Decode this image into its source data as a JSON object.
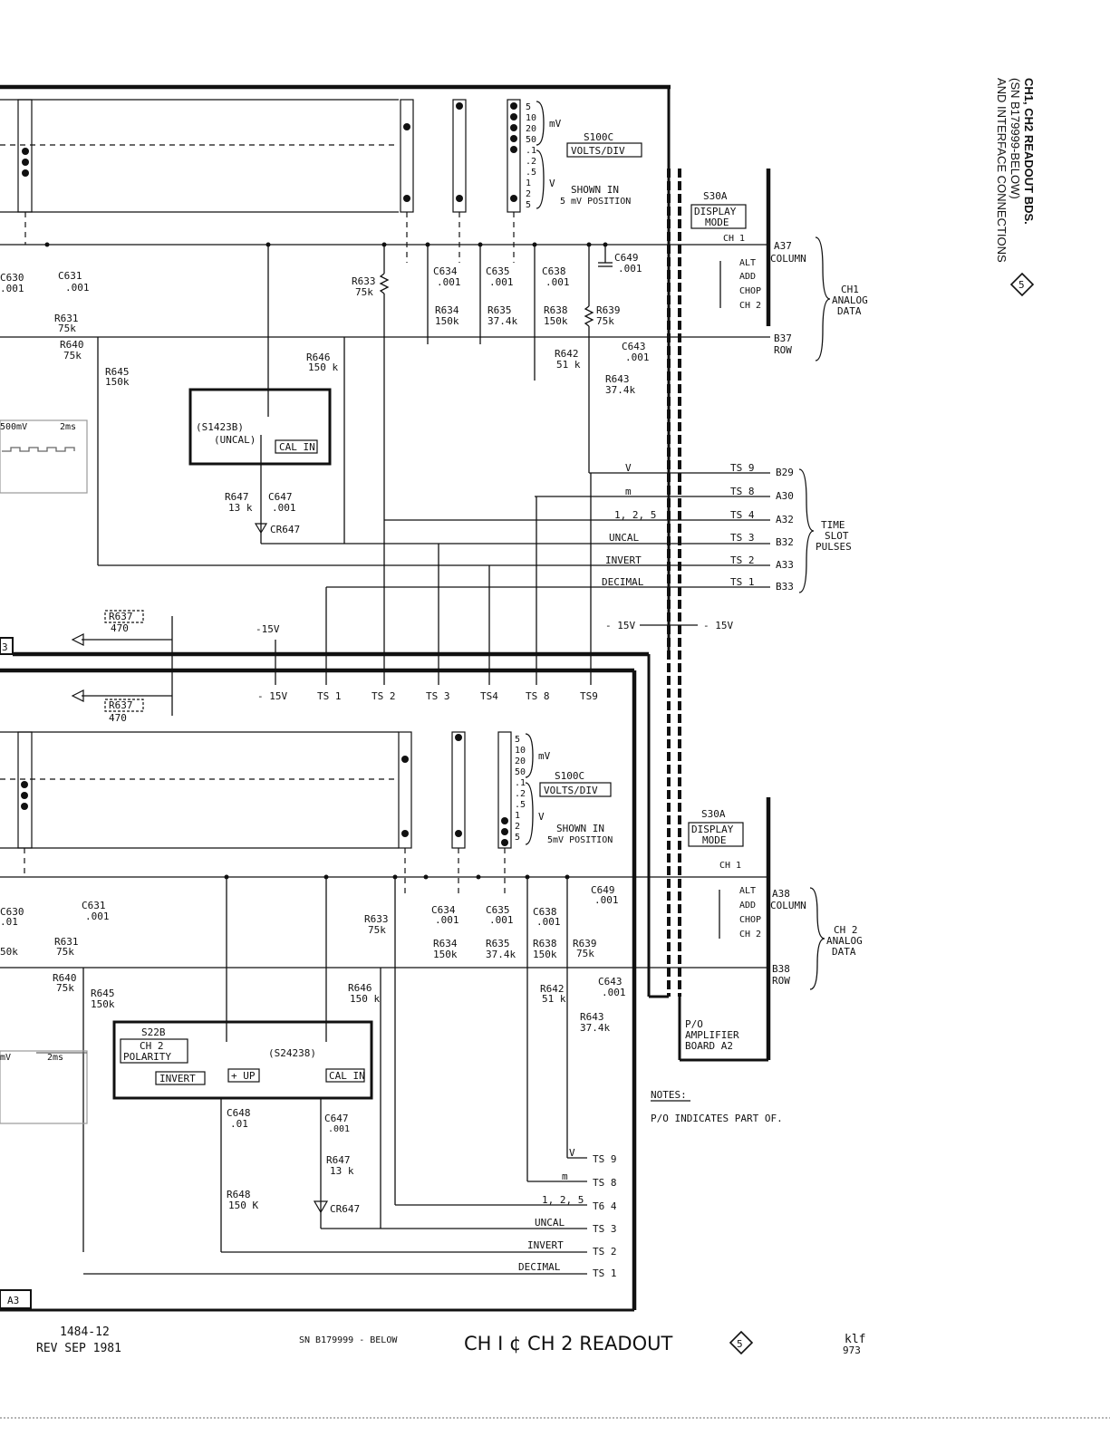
{
  "title_block": {
    "side_line1": "CH1, CH2 READOUT BDS.",
    "side_line2": "(SN B179999-BELOW)",
    "side_line3": "AND INTERFACE CONNECTIONS",
    "side_rev": "5",
    "drawing_number": "1484-12",
    "revision": "REV SEP 1981",
    "serial_range": "SN B179999 - BELOW",
    "board_title": "CH I ¢ CH 2  READOUT",
    "board_rev": "5",
    "initials": "klf",
    "code": "973"
  },
  "ch1": {
    "switch_name": "S100C",
    "switch_label": "VOLTS/DIV",
    "mv_label": "mV",
    "v_label": "V",
    "shown_in_line1": "SHOWN IN",
    "shown_in_line2": "5 mV POSITION",
    "positions": [
      "5",
      "10",
      "20",
      "50",
      ".1",
      ".2",
      ".5",
      "1",
      "2",
      "5"
    ],
    "display_switch": "S30A",
    "display_mode_line1": "DISPLAY",
    "display_mode_line2": "MODE",
    "modes": [
      "CH 1",
      "ALT",
      "ADD",
      "CHOP",
      "CH 2"
    ],
    "c649": "C649",
    "c649v": ".001",
    "c630": "C630",
    "c630v": ".001",
    "c631": "C631",
    "c631v": ".001",
    "c634": "C634",
    "c634v": ".001",
    "c635": "C635",
    "c635v": ".001",
    "c638": "C638",
    "c638v": ".001",
    "c643": "C643",
    "c643v": ".001",
    "c647": "C647",
    "c647v": ".001",
    "r633": "R633",
    "r633v": "75k",
    "r634": "R634",
    "r634v": "150k",
    "r635": "R635",
    "r635v": "37.4k",
    "r638": "R638",
    "r638v": "150k",
    "r639": "R639",
    "r639v": "75k",
    "r631": "R631",
    "r631v": "75k",
    "r640": "R640",
    "r640v": "75k",
    "r645": "R645",
    "r645v": "150k",
    "r646": "R646",
    "r646v": "150 k",
    "r642": "R642",
    "r642v": "51 k",
    "r643": "R643",
    "r643v": "37.4k",
    "r647": "R647",
    "r647v": "13 k",
    "cr647": "CR647",
    "cal_switch": "(S1423B)",
    "uncal": "(UNCAL)",
    "cal_in": "CAL IN",
    "scope_v": "500mV",
    "scope_t": "2ms",
    "data_label1": "CH1",
    "data_label2": "ANALOG",
    "data_label3": "DATA",
    "column_pin": "A37",
    "column": "COLUMN",
    "row_pin": "B37",
    "row": "ROW"
  },
  "time_slots": {
    "labels": [
      "V",
      "m",
      "1, 2, 5",
      "UNCAL",
      "INVERT",
      "DECIMAL"
    ],
    "ts": [
      "TS 9",
      "TS 8",
      "TS 4",
      "TS 3",
      "TS 2",
      "TS 1"
    ],
    "pins": [
      "B29",
      "A30",
      "A32",
      "B32",
      "A33",
      "B33"
    ],
    "group_line1": "TIME",
    "group_line2": "SLOT",
    "group_line3": "PULSES"
  },
  "interface": {
    "r637": "R637",
    "r637v": "470",
    "neg15_left": "-15V",
    "neg15_right_a": "- 15V",
    "neg15_right_b": "- 15V",
    "bus_labels": [
      "- 15V",
      "TS 1",
      "TS 2",
      "TS 3",
      "TS4",
      "TS 8",
      "TS9"
    ],
    "board_a3_top": "3",
    "board_a3_bottom": "A3"
  },
  "ch2": {
    "switch_name": "S100C",
    "switch_label": "VOLTS/DIV",
    "mv_label": "mV",
    "v_label": "V",
    "shown_in_line1": "SHOWN IN",
    "shown_in_line2": "5mV POSITION",
    "display_switch": "S30A",
    "display_mode_line1": "DISPLAY",
    "display_mode_line2": "MODE",
    "polarity_switch": "S22B",
    "polarity_line1": "CH 2",
    "polarity_line2": "POLARITY",
    "invert": "INVERT",
    "up": "+ UP",
    "cal_switch": "(S24238)",
    "cal_in": "CAL IN",
    "c648": "C648",
    "c648v": ".01",
    "r648": "R648",
    "r648v": "150 K",
    "c630": "C630",
    "c630v": ".01",
    "r630v": "50k",
    "column_pin": "A38",
    "column": "COLUMN",
    "row_pin": "B38",
    "row": "ROW",
    "data_label1": "CH 2",
    "data_label2": "ANALOG",
    "data_label3": "DATA",
    "ts_out": [
      "TS 9",
      "TS 8",
      "T6 4",
      "TS 3",
      "TS 2",
      "TS 1"
    ],
    "amp_line1": "P/O",
    "amp_line2": "AMPLIFIER",
    "amp_line3": "BOARD A2",
    "scope_v": "mV",
    "scope_t": "2ms"
  },
  "notes": {
    "heading": "NOTES:",
    "note1": "P/O INDICATES PART OF."
  }
}
